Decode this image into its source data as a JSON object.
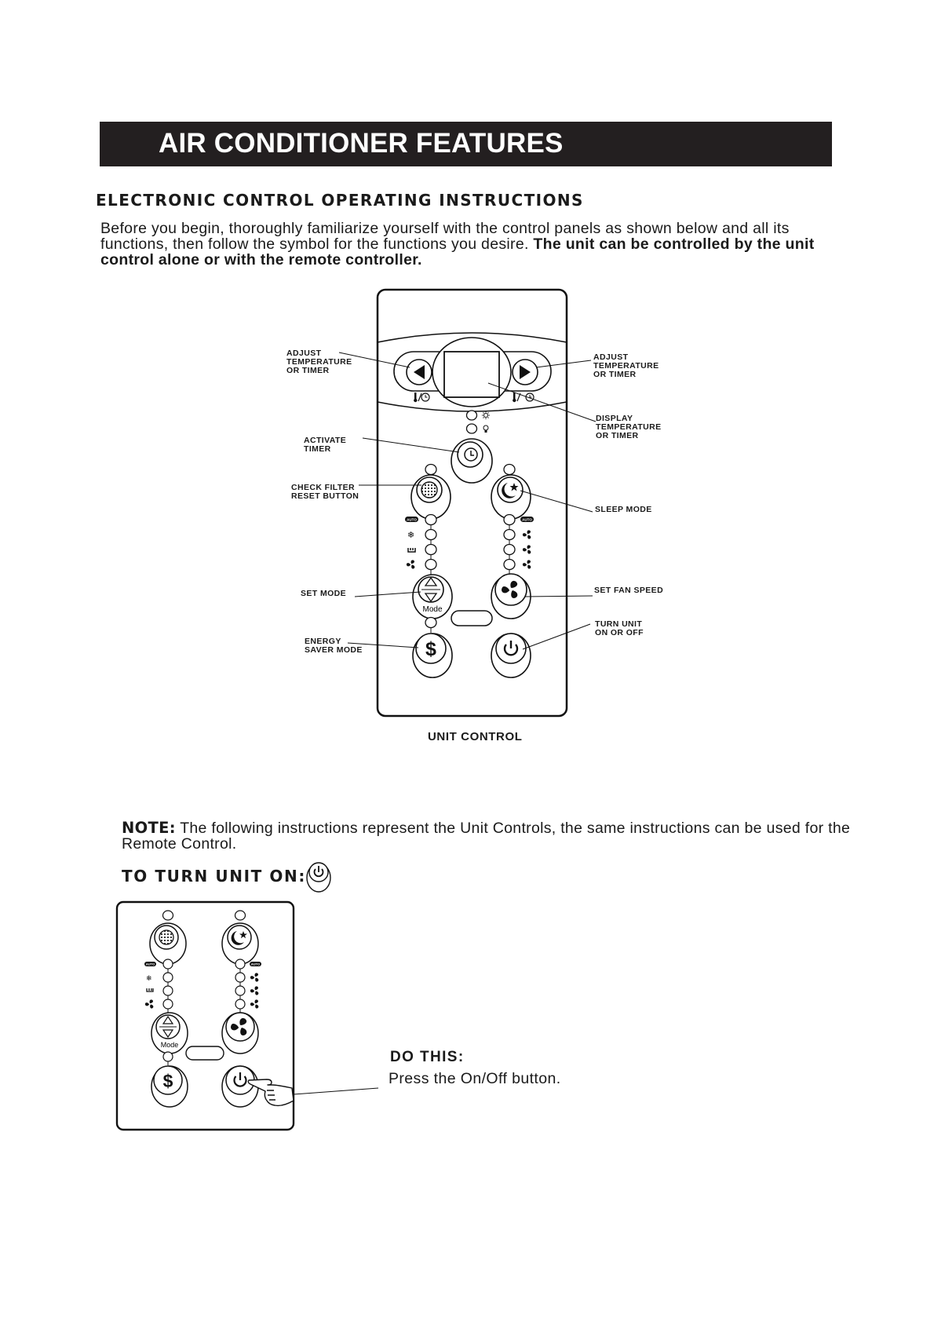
{
  "banner": {
    "title": "AIR CONDITIONER FEATURES"
  },
  "section": {
    "heading": "ELECTRONIC CONTROL OPERATING INSTRUCTIONS"
  },
  "intro": {
    "text": "Before you begin, thoroughly familiarize yourself with the control panels  as shown below  and all its functions, then follow the symbol for the functions you desire. ",
    "bold": "The unit can be controlled  by the unit control alone or with the remote controller."
  },
  "diagram": {
    "caption": "UNIT CONTROL",
    "mode_label": "Mode",
    "auto_badge": "AUTO",
    "callouts": {
      "adjust_left": [
        "ADJUST",
        "TEMPERATURE",
        "OR TIMER"
      ],
      "adjust_right": [
        "ADJUST",
        "TEMPERATURE",
        "OR TIMER"
      ],
      "display": [
        "DISPLAY",
        "TEMPERATURE",
        "OR TIMER"
      ],
      "activate_timer": [
        "ACTIVATE",
        "TIMER"
      ],
      "check_filter": [
        "CHECK FILTER",
        "RESET BUTTON"
      ],
      "sleep_mode": [
        "SLEEP MODE"
      ],
      "set_mode": [
        "SET MODE"
      ],
      "set_fan_speed": [
        "SET FAN SPEED"
      ],
      "turn_unit": [
        "TURN UNIT",
        "ON OR OFF"
      ],
      "energy_saver": [
        "ENERGY",
        "SAVER MODE"
      ]
    }
  },
  "note": {
    "label": "NOTE:",
    "text": " The following instructions represent the Unit Controls, the same instructions can be used for the Remote Control."
  },
  "turn_on": {
    "heading": "TO TURN UNIT ON:"
  },
  "instruction": {
    "heading": "DO THIS:",
    "text": "Press the On/Off button."
  },
  "icons": [
    "arrow-left-icon",
    "arrow-right-icon",
    "thermometer-clock-icon",
    "clock-icon",
    "filter-icon",
    "sleep-moon-star-icon",
    "mode-arrows-icon",
    "fan-icon",
    "dollar-icon",
    "power-icon",
    "pointing-hand-icon",
    "snowflake-icon",
    "dehumidify-icon",
    "sun-icon",
    "bulb-icon"
  ]
}
